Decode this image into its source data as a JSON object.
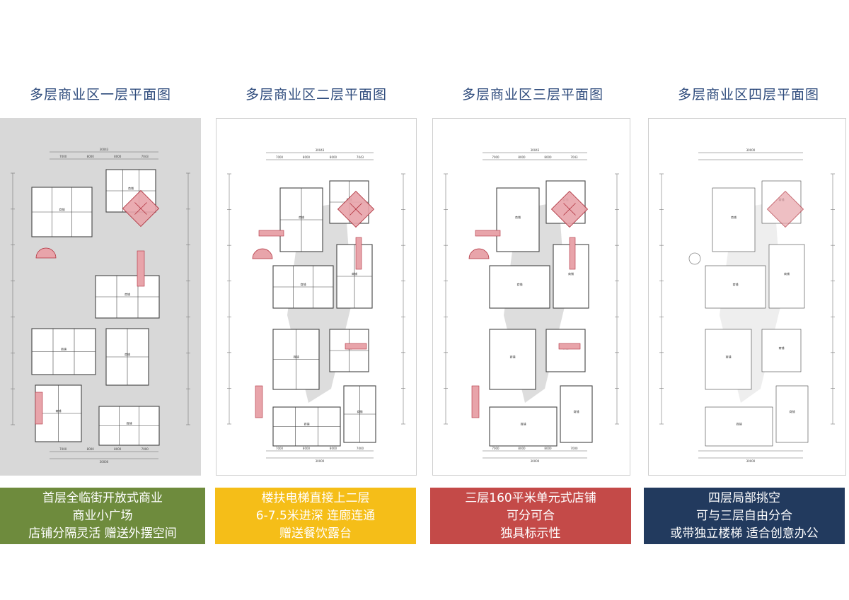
{
  "plans": [
    {
      "title": "多层商业区一层平面图",
      "caption_lines": [
        "首层全临街开放式商业",
        "商业小广场",
        "店铺分隔灵活 赠送外摆空间"
      ],
      "caption_color": "#6e8b3d",
      "background": "gray",
      "dims_top": [
        "30043",
        "7000",
        "8000",
        "8000",
        "7043"
      ],
      "dims_bottom": [
        "7000",
        "8000",
        "8000",
        "7000",
        "30000"
      ]
    },
    {
      "title": "多层商业区二层平面图",
      "caption_lines": [
        "楼扶电梯直接上二层",
        "6-7.5米进深 连廊连通",
        "赠送餐饮露台"
      ],
      "caption_color": "#f5be18",
      "background": "white",
      "dims_top": [
        "30043",
        "7000",
        "8000",
        "8000",
        "7043"
      ],
      "dims_bottom": [
        "7000",
        "8000",
        "8000",
        "7000",
        "30000"
      ]
    },
    {
      "title": "多层商业区三层平面图",
      "caption_lines": [
        "三层160平米单元式店铺",
        "可分可合",
        "独具标示性"
      ],
      "caption_color": "#c44a48",
      "background": "white",
      "dims_top": [
        "30043",
        "7000",
        "8000",
        "8000",
        "7043"
      ],
      "dims_bottom": [
        "7000",
        "8000",
        "8000",
        "7000",
        "30000"
      ]
    },
    {
      "title": "多层商业区四层平面图",
      "caption_lines": [
        "四层局部挑空",
        "可与三层自由分合",
        "或带独立楼梯 适合创意办公"
      ],
      "caption_color": "#223a5e",
      "background": "white",
      "dims_top": [
        "30000"
      ],
      "dims_bottom": [
        "30000"
      ]
    }
  ],
  "room_label": "商铺",
  "colors": {
    "title": "#2e4b7c",
    "core_fill": "#e8a4aa",
    "core_stroke": "#b0303c",
    "wall": "#444444",
    "plaza": "#cfcfcf"
  }
}
